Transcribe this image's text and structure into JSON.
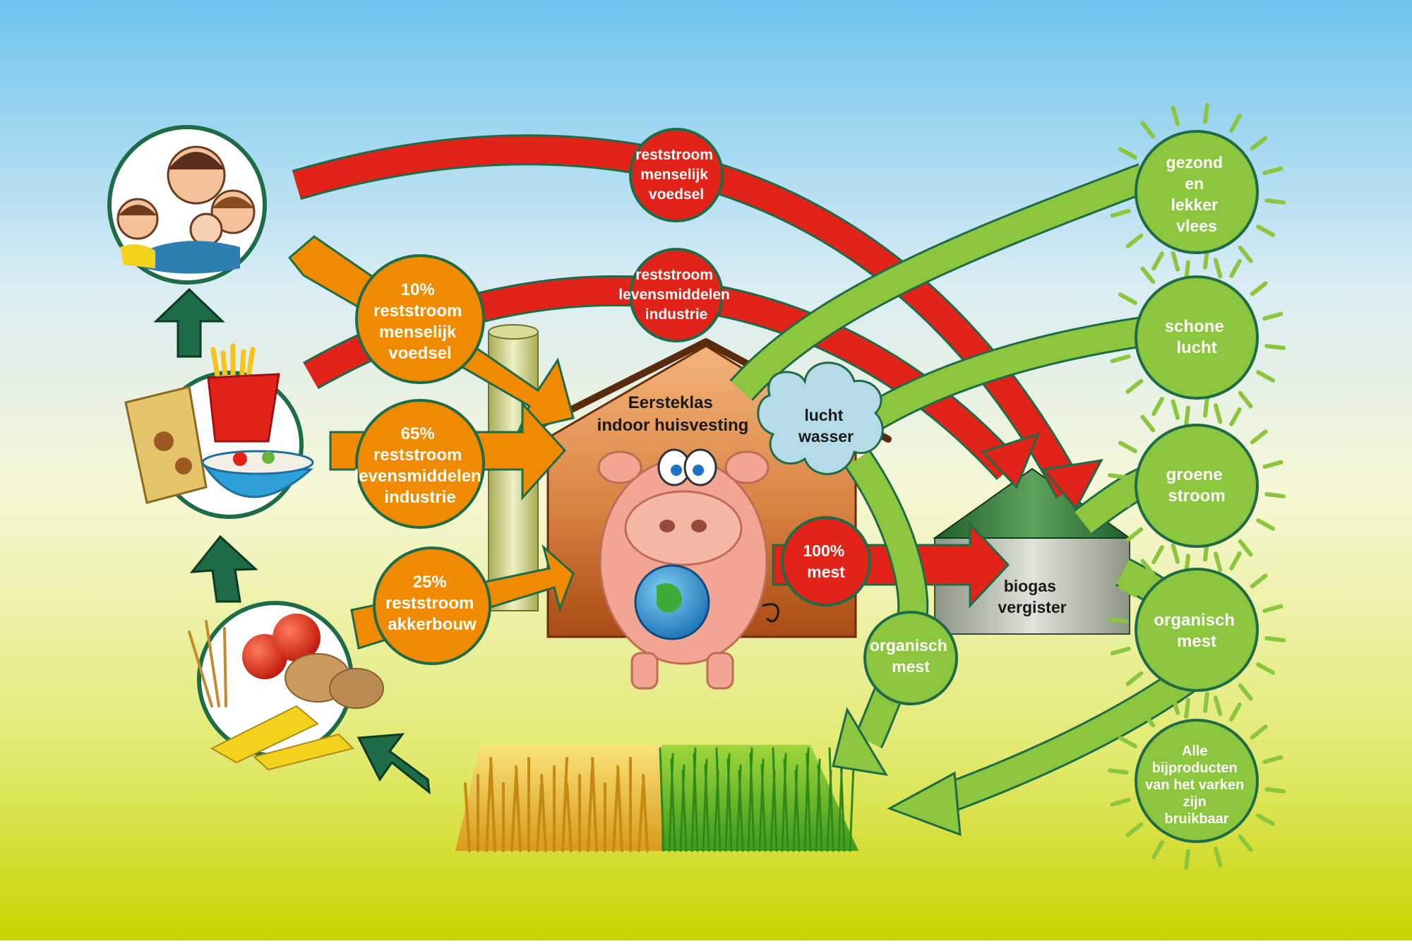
{
  "colors": {
    "sky_top": "#6ec4ee",
    "ground_bottom": "#c8d400",
    "arrow_red": "#e2231a",
    "arrow_orange": "#f08a00",
    "arrow_green": "#8cc63e",
    "arrow_dark_green": "#1e6b47",
    "node_outline": "#1e6b47",
    "barn_wall": "#b9601f",
    "cloud": "#b6dbe8"
  },
  "icons": [
    "family-illustration",
    "fast-food-illustration",
    "crops-illustration",
    "pig-holding-globe-illustration",
    "silo-illustration",
    "biogas-digester-illustration",
    "field-illustration"
  ],
  "labels": {
    "red_top": [
      "reststroom",
      "menselijk",
      "voedsel"
    ],
    "red_middle": [
      "reststroom",
      "levensmiddelen",
      "industrie"
    ],
    "orange_10": [
      "10%",
      "reststroom",
      "menselijk",
      "voedsel"
    ],
    "orange_65": [
      "65%",
      "reststroom",
      "levensmiddelen",
      "industrie"
    ],
    "orange_25": [
      "25%",
      "reststroom",
      "akkerbouw"
    ],
    "barn": [
      "Eersteklas",
      "indoor huisvesting"
    ],
    "luchtwasser": [
      "lucht",
      "wasser"
    ],
    "mest_100": [
      "100%",
      "mest"
    ],
    "biogas": [
      "biogas",
      "vergister"
    ],
    "organisch_mest_left": [
      "organisch",
      "mest"
    ],
    "sun_1": [
      "gezond",
      "en",
      "lekker",
      "vlees"
    ],
    "sun_2": [
      "schone",
      "lucht"
    ],
    "sun_3": [
      "groene",
      "stroom"
    ],
    "sun_4": [
      "organisch",
      "mest"
    ],
    "sun_5": [
      "Alle",
      "bijproducten",
      "van het varken",
      "zijn",
      "bruikbaar"
    ]
  }
}
